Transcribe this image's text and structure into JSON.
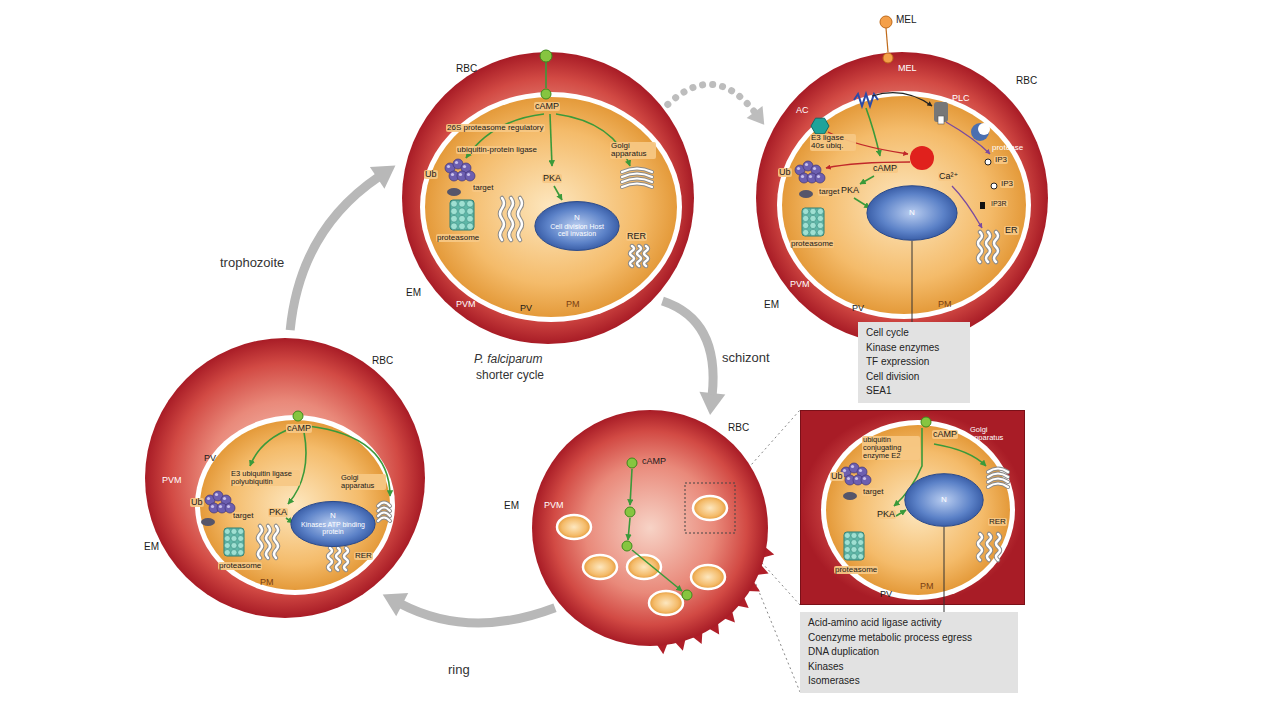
{
  "diagram": {
    "nodes": [
      {
        "text": [
          "RBC",
          "cAMP",
          "26S proteasome regulatory",
          "ubiquitin-protein ligase",
          "Ub",
          "target",
          "proteasome",
          "PKA",
          "Golgi apparatus",
          "RER",
          "EM",
          "PVM",
          "PV",
          "PM"
        ]
      },
      {
        "text": [
          "N",
          "Cell division Host cell invasion"
        ],
        "in": 0
      },
      {
        "text": [
          "MEL",
          "RBC",
          "AC",
          "PLC",
          "protease",
          "E3 ligase 40s ubiq.",
          "cAMP",
          "Ca²⁺",
          "IP3",
          "IP3",
          "IP3R",
          "Ub",
          "target",
          "proteasome",
          "PKA",
          "ER",
          "PVM",
          "EM",
          "PV",
          "PM"
        ]
      },
      {
        "text": [
          "N"
        ],
        "in": 2
      },
      {
        "text": [
          "Cell cycle",
          "Kinase enzymes",
          "TF expression",
          "Cell division",
          "SEA1"
        ]
      },
      {
        "text": [
          "cAMP",
          "RBC",
          "EM",
          "PVM"
        ]
      },
      {
        "text": [
          "ubiquitin conjugating enzyme E2",
          "cAMP",
          "Golgi apparatus",
          "Ub",
          "target",
          "PKA",
          "RER",
          "proteasome",
          "PV",
          "PM"
        ]
      },
      {
        "text": [
          "N"
        ],
        "in": 6
      },
      {
        "text": [
          "Acid-amino acid ligase activity",
          "Coenzyme metabolic process egress",
          "DNA duplication",
          "Kinases",
          "Isomerases"
        ]
      },
      {
        "text": [
          "RBC",
          "PVM",
          "PV",
          "cAMP",
          "E3 ubiquitin ligase polyubiquitin",
          "Ub",
          "target",
          "PKA",
          "Golgi apparatus",
          "RER",
          "proteasome",
          "PM",
          "EM"
        ]
      },
      {
        "text": [
          "N",
          "Kinases ATP binding protein"
        ],
        "in": 9
      }
    ],
    "edges": [
      {
        "from": 9,
        "to": 0,
        "arrow": "to",
        "label": "trophozoite"
      },
      {
        "from": 0,
        "to": 5,
        "arrow": "to",
        "label": "schizont"
      },
      {
        "from": 5,
        "to": 9,
        "arrow": "to",
        "label": "ring"
      },
      {
        "from": 0,
        "to": 2,
        "arrow": "to"
      },
      {
        "from": 3,
        "to": 4,
        "arrow": "none"
      },
      {
        "from": 7,
        "to": 8,
        "arrow": "none"
      }
    ],
    "labels": [
      "MEL",
      "P. falciparum",
      "shorter cycle"
    ]
  }
}
